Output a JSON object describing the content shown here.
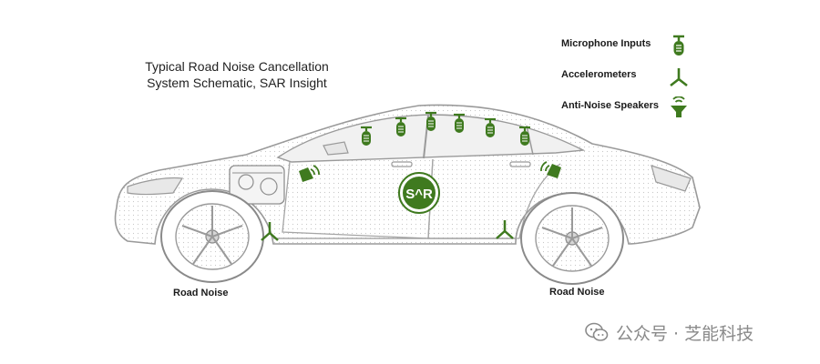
{
  "title": {
    "line1": "Typical Road Noise Cancellation",
    "line2": "System Schematic, SAR Insight"
  },
  "legend": [
    {
      "label": "Microphone Inputs",
      "icon": "microphone-icon"
    },
    {
      "label": "Accelerometers",
      "icon": "accelerometer-icon"
    },
    {
      "label": "Anti-Noise Speakers",
      "icon": "speaker-icon"
    }
  ],
  "labels": {
    "front_road_noise": "Road Noise",
    "rear_road_noise": "Road Noise"
  },
  "badge": {
    "text": "S^R"
  },
  "watermark": {
    "text": "公众号 · 芝能科技",
    "icon": "wechat-logo-icon"
  },
  "colors": {
    "accent": "#3f7a1f",
    "car_outline": "#9a9a9a",
    "text": "#1b1b1b"
  }
}
